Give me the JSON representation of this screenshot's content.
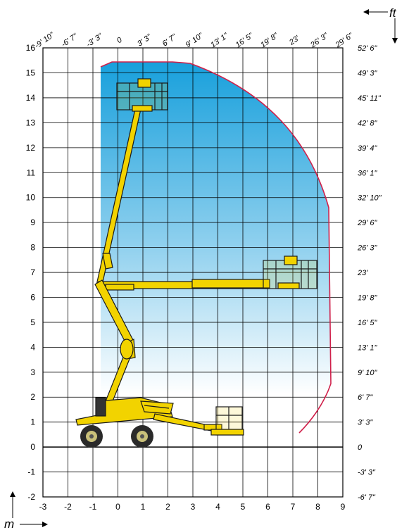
{
  "units": {
    "feet": "ft",
    "meters": "m"
  },
  "axes": {
    "x_m_ticks": [
      "-3",
      "-2",
      "-1",
      "0",
      "1",
      "2",
      "3",
      "4",
      "5",
      "6",
      "7",
      "8",
      "9"
    ],
    "y_m_ticks": [
      "-2",
      "-1",
      "0",
      "1",
      "2",
      "3",
      "4",
      "5",
      "6",
      "7",
      "8",
      "9",
      "10",
      "11",
      "12",
      "13",
      "14",
      "15",
      "16"
    ],
    "x_ft_ticks": [
      "-9' 10\"",
      "-6' 7\"",
      "-3' 3\"",
      "0",
      "3' 3\"",
      "6' 7\"",
      "9' 10\"",
      "13' 1\"",
      "16' 5\"",
      "19' 8\"",
      "23'",
      "26' 3\"",
      "29' 6\""
    ],
    "y_ft_ticks": [
      "-6' 7\"",
      "-3' 3\"",
      "0",
      "3' 3\"",
      "6' 7\"",
      "9' 10\"",
      "13' 1\"",
      "16' 5\"",
      "19' 8\"",
      "23'",
      "26' 3\"",
      "29' 6\"",
      "32' 10\"",
      "36' 1\"",
      "39' 4\"",
      "42' 8\"",
      "45' 11\"",
      "49' 3\"",
      "52' 6\""
    ]
  },
  "colors": {
    "envelope_top": "#1aa0dc",
    "envelope_bottom": "#ffffff",
    "envelope_curve": "#d0204a",
    "machine": "#f2d300",
    "machine_dark": "#1a1a1a"
  },
  "icons": [
    "wheel-icon",
    "basket-icon"
  ]
}
